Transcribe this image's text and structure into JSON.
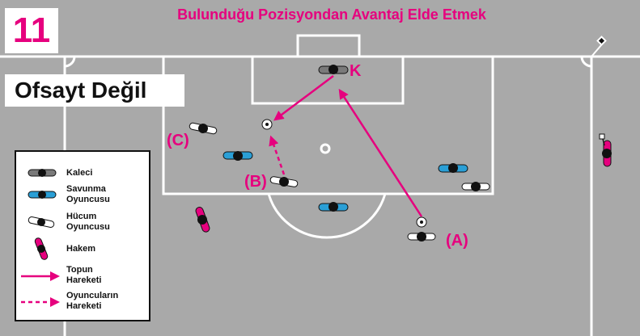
{
  "header": {
    "number": "11",
    "title": "Bulunduğu Pozisyondan Avantaj Elde Etmek",
    "verdict": "Ofsayt Değil"
  },
  "labels": {
    "goalkeeper": "K",
    "player_a": "(A)",
    "player_b": "(B)",
    "player_c": "(C)"
  },
  "legend": {
    "goalkeeper": "Kaleci",
    "defender_line1": "Savunma",
    "defender_line2": "Oyuncusu",
    "attacker_line1": "Hücum",
    "attacker_line2": "Oyuncusu",
    "referee": "Hakem",
    "ball_move_line1": "Topun",
    "ball_move_line2": "Hareketi",
    "player_move_line1": "Oyuncuların",
    "player_move_line2": "Hareketi"
  },
  "colors": {
    "accent": "#e6007e",
    "pitch": "#a9a9a9",
    "lines": "#ffffff",
    "goalkeeper": "#7a7a7a",
    "defender": "#2a9fd6",
    "attacker": "#ffffff",
    "referee": "#e6007e"
  }
}
